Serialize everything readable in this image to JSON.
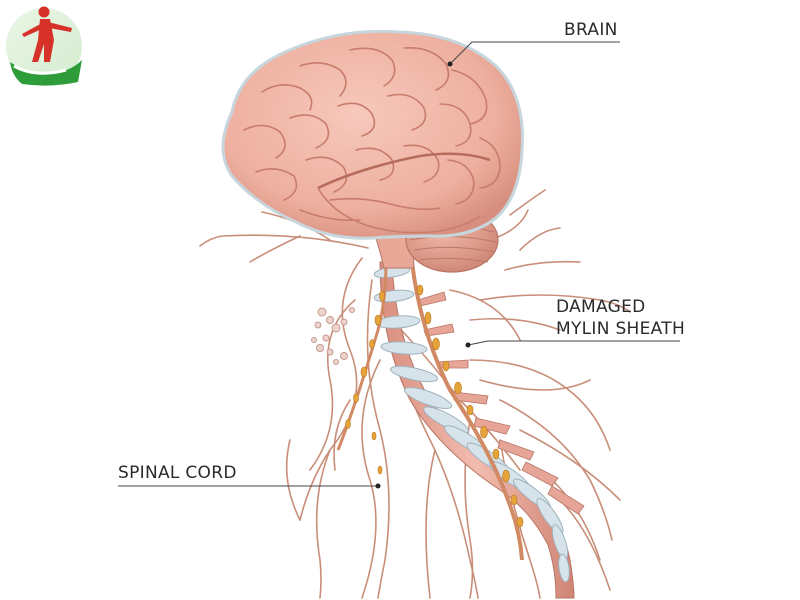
{
  "labels": {
    "brain": "BRAIN",
    "damaged_line1": "DAMAGED",
    "damaged_line2": "MYLIN SHEATH",
    "spinal_cord": "SPINAL CORD"
  },
  "logo": {
    "icon": "person-hand-logo-icon"
  },
  "colors": {
    "brain": "#eeb0a0",
    "brain_shadow": "#d9897a",
    "nerve": "#c98e78",
    "spine": "#e8a896",
    "disc": "#d7e3ea",
    "damage": "#e6a33a",
    "logo_red": "#d6322a",
    "logo_green": "#2f9c3a",
    "leader": "#333333"
  }
}
